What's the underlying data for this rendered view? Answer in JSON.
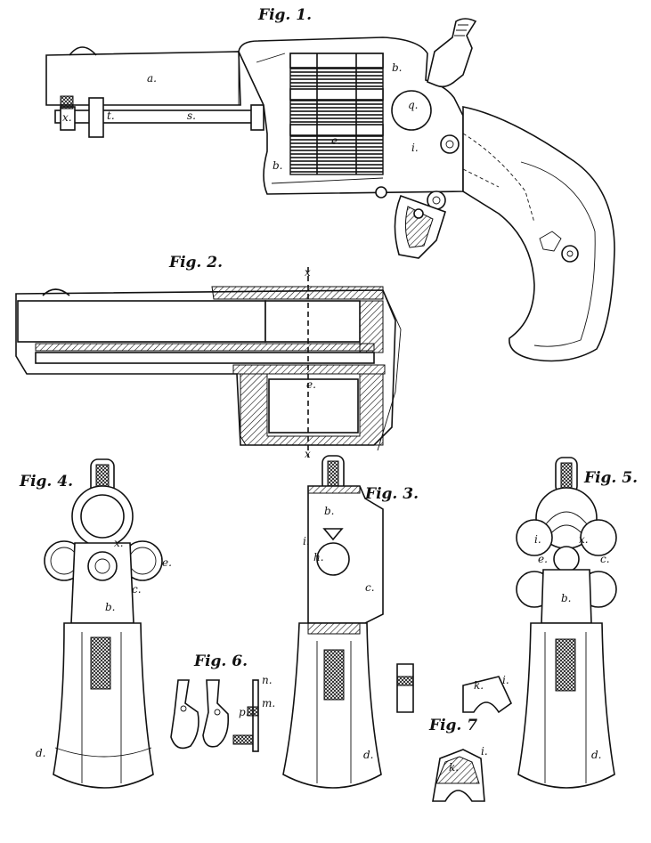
{
  "figures": {
    "fig1": {
      "title": "Fig. 1.",
      "labels": {
        "a": "a.",
        "b_top": "b.",
        "b_left": "b.",
        "e": "e.",
        "s": "s.",
        "t": "t.",
        "x": "x.",
        "i": "i.",
        "q": "q."
      }
    },
    "fig2": {
      "title": "Fig. 2.",
      "labels": {
        "x_top": "x",
        "x_bottom": "x",
        "e": "e."
      }
    },
    "fig3": {
      "title": "Fig. 3.",
      "labels": {
        "b": "b.",
        "c": "c.",
        "d": "d.",
        "i": "i.",
        "h": "h."
      }
    },
    "fig4": {
      "title": "Fig. 4.",
      "labels": {
        "b": "b.",
        "c": "c.",
        "d": "d.",
        "e": "e.",
        "x": "x."
      }
    },
    "fig5": {
      "title": "Fig. 5.",
      "labels": {
        "b": "b.",
        "c": "c.",
        "d": "d.",
        "e": "e.",
        "i": "i.",
        "x": "x."
      }
    },
    "fig6": {
      "title": "Fig. 6.",
      "labels": {
        "n": "n.",
        "m": "m.",
        "p": "p."
      }
    },
    "fig7": {
      "title": "Fig. 7",
      "labels": {
        "i_top": "i.",
        "k_top": "k.",
        "i_bottom": "i.",
        "k_bottom": "k."
      }
    }
  }
}
